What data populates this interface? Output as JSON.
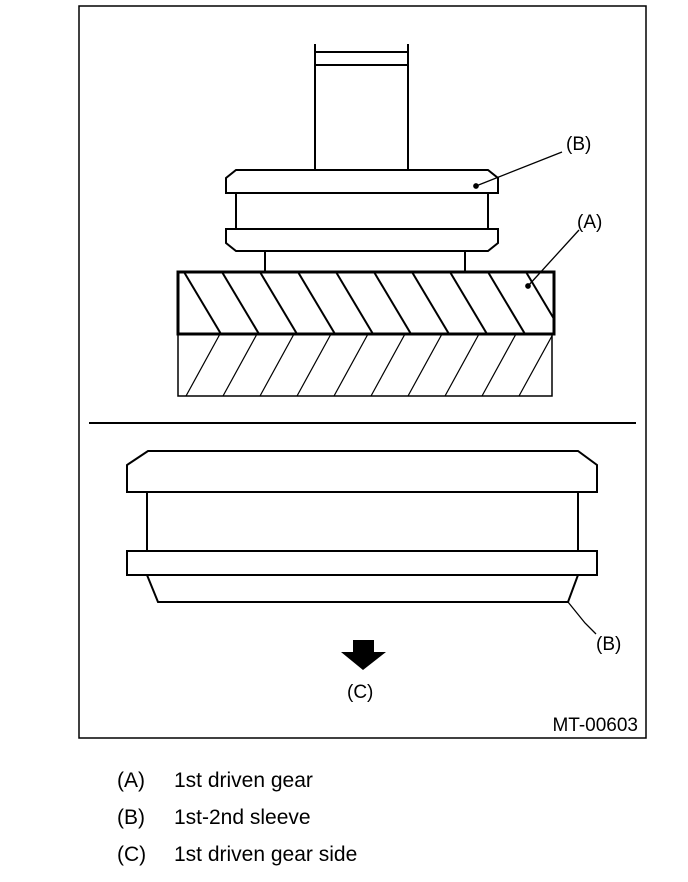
{
  "figure": {
    "id_label": "MT-00603",
    "callouts": {
      "sleeve_top": "(B)",
      "gear": "(A)",
      "sleeve_bottom": "(B)",
      "direction": "(C)"
    }
  },
  "legend": [
    {
      "key": "(A)",
      "text": "1st driven gear"
    },
    {
      "key": "(B)",
      "text": "1st-2nd sleeve"
    },
    {
      "key": "(C)",
      "text": "1st driven gear side"
    }
  ]
}
